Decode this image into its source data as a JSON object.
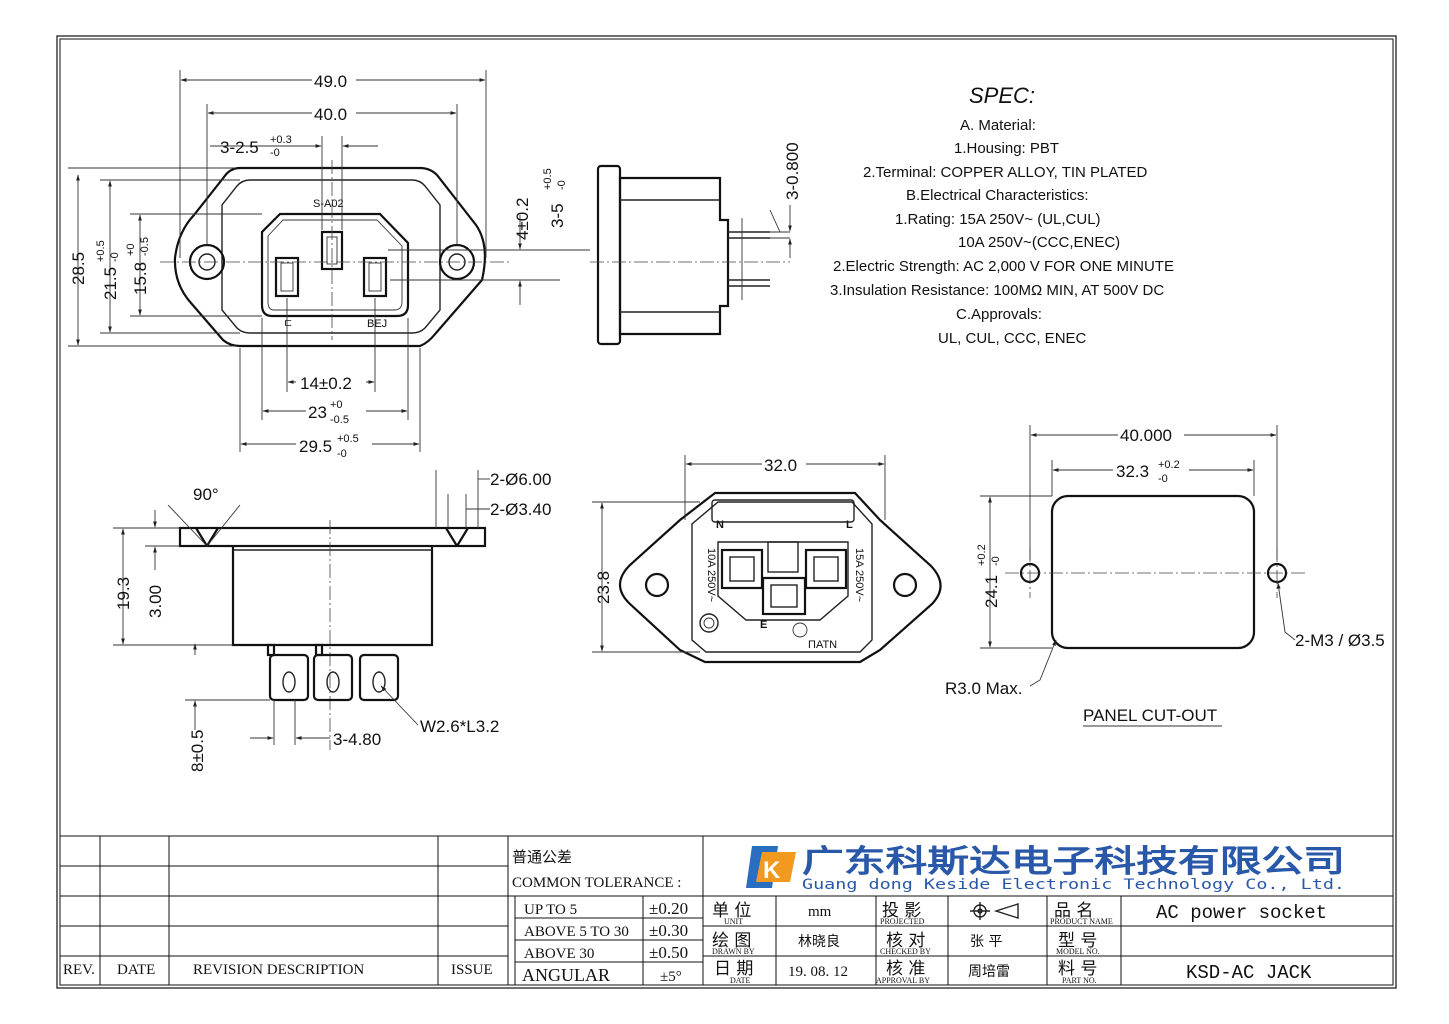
{
  "front_view": {
    "dims": {
      "overall_width": "49.0",
      "hole_pitch": "40.0",
      "slot": "3-2.5",
      "slot_tol": "+0.3",
      "slot_tol_lo": "-0",
      "height": "28.5",
      "body_h": "21.5",
      "body_h_tol": "+0.5",
      "body_h_tol_lo": "-0",
      "inner_h": "15.8",
      "inner_h_tol": "+0",
      "inner_h_tol_lo": "-0.5",
      "pin_offset": "4±0.2",
      "pin_spacing": "14±0.2",
      "inner_w": "23",
      "inner_w_tol": "+0",
      "inner_w_tol_lo": "-0.5",
      "outer_w": "29.5",
      "outer_w_tol": "+0.5",
      "outer_w_tol_lo": "-0"
    },
    "marks": {
      "top": "S-A02",
      "left": "ㄷ",
      "right": "BEJ"
    }
  },
  "side_view": {
    "dims": {
      "pin_width": "3-0.800",
      "flange": "3-5",
      "flange_tol": "+0.5",
      "flange_tol_lo": "-0"
    }
  },
  "spec": {
    "title": "SPEC:",
    "lines": [
      "A. Material:",
      "1.Housing: PBT",
      "2.Terminal: COPPER ALLOY, TIN PLATED",
      "B.Electrical Characteristics:",
      "1.Rating:  15A 250V~ (UL,CUL)",
      "10A 250V~(CCC,ENEC)",
      "2.Electric Strength: AC 2,000 V FOR ONE MINUTE",
      "3.Insulation Resistance: 100MΩ MIN, AT 500V DC",
      "C.Approvals:",
      "UL, CUL, CCC, ENEC"
    ]
  },
  "bottom_side_view": {
    "dims": {
      "angle": "90°",
      "hole_outer": "2-Ø6.00",
      "hole_inner": "2-Ø3.40",
      "total_h": "19.3",
      "flange_t": "3.00",
      "pin_len": "8±0.5",
      "pin_pitch": "3-4.80",
      "pin_spec": "W2.6*L3.2"
    }
  },
  "rear_view": {
    "dims": {
      "width": "32.0",
      "height": "23.8"
    },
    "marks": {
      "n": "N",
      "l": "L",
      "left_rating": "10A 250V~",
      "right_rating": "15A 250V~",
      "e": "E",
      "logo": "ΠΑΤΝ"
    }
  },
  "panel_cutout": {
    "dims": {
      "pitch": "40.000",
      "width": "32.3",
      "width_tol": "+0.2",
      "width_tol_lo": "-0",
      "height": "24.1",
      "height_tol": "+0.2",
      "height_tol_lo": "-0",
      "hole": "2-M3 / Ø3.5",
      "radius": "R3.0 Max."
    },
    "caption": "PANEL CUT-OUT"
  },
  "title_block": {
    "revision_header": {
      "rev": "REV.",
      "date": "DATE",
      "description": "REVISION  DESCRIPTION",
      "issue": "ISSUE"
    },
    "tolerance": {
      "title_cn": "普通公差",
      "title_en": "COMMON TOLERANCE :",
      "rows": [
        {
          "range": "UP TO 5",
          "value": "±0.20"
        },
        {
          "range": "ABOVE 5 TO 30",
          "value": "±0.30"
        },
        {
          "range": "ABOVE 30",
          "value": "±0.50"
        },
        {
          "range": "ANGULAR",
          "value": "±5°"
        }
      ]
    },
    "company_cn": "广东科斯达电子科技有限公司",
    "company_en": "Guang dong Keside  Electronic Technology Co., Ltd.",
    "logo_letter": "K",
    "fields": {
      "unit_cn": "单 位",
      "unit_en": "UNIT",
      "unit_val": "mm",
      "proj_cn": "投 影",
      "proj_en": "PROJECTED",
      "pname_cn": "品 名",
      "pname_en": "PRODUCT NAME",
      "pname_val": "AC power socket",
      "drawn_cn": "绘 图",
      "drawn_en": "DRAWN BY",
      "drawn_val": "林晓良",
      "check_cn": "核 对",
      "check_en": "CHECKED BY",
      "check_val": "张 平",
      "model_cn": "型 号",
      "model_en": "MODEL NO.",
      "model_val": "",
      "date_cn": "日 期",
      "date_en": "DATE",
      "date_val": "19. 08. 12",
      "appr_cn": "核 准",
      "appr_en": "APPROVAL BY",
      "appr_val": "周培雷",
      "part_cn": "料 号",
      "part_en": "PART NO.",
      "part_val": "KSD-AC JACK"
    }
  }
}
